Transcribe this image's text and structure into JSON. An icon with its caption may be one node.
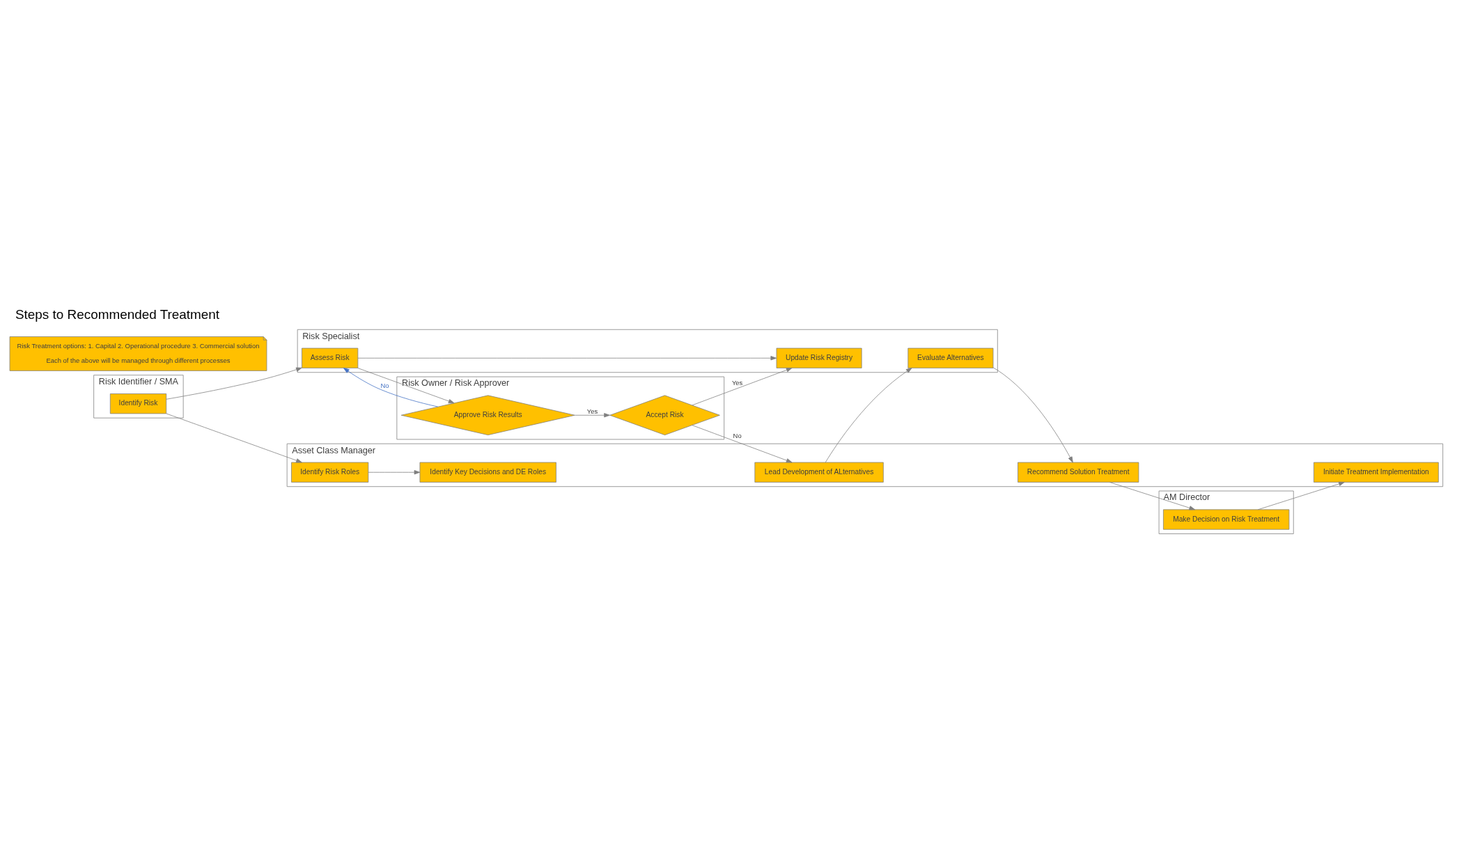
{
  "diagram": {
    "title": "Steps to Recommended Treatment",
    "nodes": [
      {
        "text": [
          "Risk Identifier / SMA"
        ]
      },
      {
        "text": [
          "Identify Risk"
        ],
        "in": 0
      },
      {
        "text": [
          "Risk Specialist"
        ]
      },
      {
        "text": [
          "Assess Risk"
        ],
        "in": 2
      },
      {
        "text": [
          "Update Risk Registry"
        ],
        "in": 2
      },
      {
        "text": [
          "Evaluate Alternatives"
        ],
        "in": 2
      },
      {
        "text": [
          "Risk Owner / Risk Approver"
        ]
      },
      {
        "text": [
          "Approve Risk Results"
        ],
        "in": 6
      },
      {
        "text": [
          "Accept Risk"
        ],
        "in": 6
      },
      {
        "text": [
          "Risk Treatment options: 1. Capital 2. Operational procedure 3. Commercial solution",
          "Each of the above will be managed through different processes"
        ]
      },
      {
        "text": [
          "Asset Class Manager"
        ]
      },
      {
        "text": [
          "Identify Risk Roles"
        ],
        "in": 10
      },
      {
        "text": [
          "Identify Key Decisions and DE Roles"
        ],
        "in": 10
      },
      {
        "text": [
          "Lead Development of ALternatives"
        ],
        "in": 10
      },
      {
        "text": [
          "Recommend Solution Treatment"
        ],
        "in": 10
      },
      {
        "text": [
          "Initiate Treatment Implementation"
        ],
        "in": 10
      },
      {
        "text": [
          "AM Director"
        ]
      },
      {
        "text": [
          "Make Decision on Risk Treatment"
        ],
        "in": 16
      }
    ],
    "edges": [
      {
        "from": 1,
        "to": 3,
        "arrow": "to"
      },
      {
        "from": 1,
        "to": 11,
        "arrow": "to"
      },
      {
        "from": 3,
        "to": 4,
        "arrow": "to"
      },
      {
        "from": 3,
        "to": 7,
        "arrow": "to"
      },
      {
        "from": 7,
        "to": 3,
        "arrow": "to",
        "label": "No",
        "color": "#4472c4"
      },
      {
        "from": 7,
        "to": 8,
        "arrow": "to",
        "label": "Yes"
      },
      {
        "from": 8,
        "to": 4,
        "arrow": "to",
        "label": "Yes"
      },
      {
        "from": 8,
        "to": 13,
        "arrow": "to",
        "label": "No"
      },
      {
        "from": 11,
        "to": 12,
        "arrow": "to"
      },
      {
        "from": 13,
        "to": 5,
        "arrow": "to"
      },
      {
        "from": 5,
        "to": 14,
        "arrow": "to"
      },
      {
        "from": 14,
        "to": 17,
        "arrow": "to"
      },
      {
        "from": 17,
        "to": 15,
        "arrow": "to"
      }
    ]
  }
}
